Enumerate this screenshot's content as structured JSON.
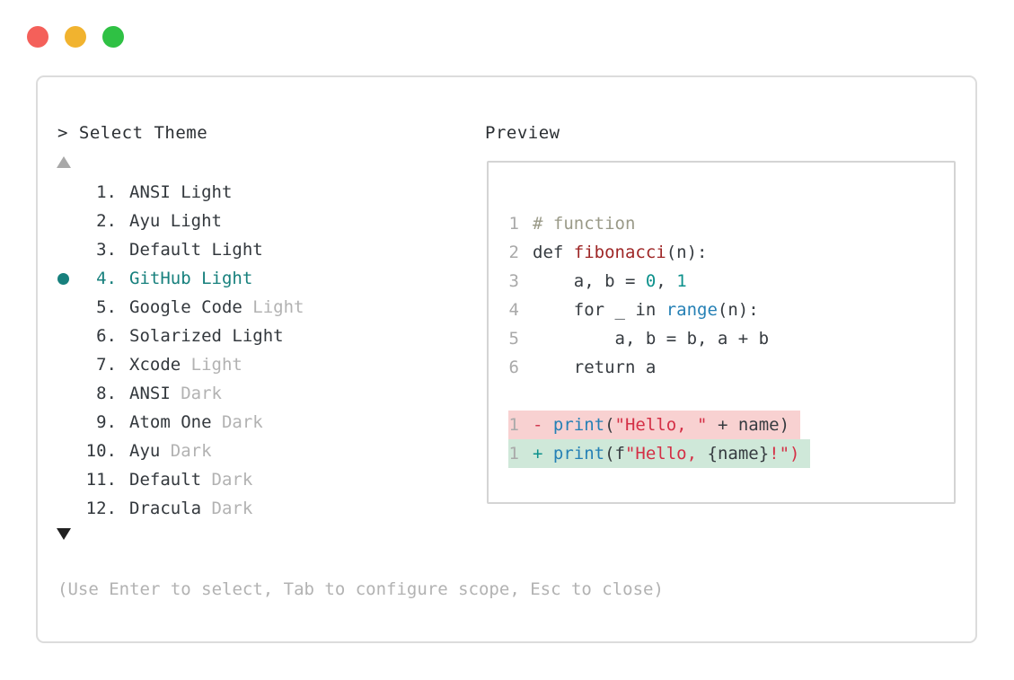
{
  "colors": {
    "dot-red": "#f4605a",
    "dot-yellow": "#f1b32f",
    "dot-green": "#2fc144",
    "panel-border": "#dcdcdc",
    "preview-border": "#d4d4d4",
    "text-dark": "#2b2f33",
    "text-list": "#33383d",
    "text-muted": "#b2b2b2",
    "accent-teal": "#17807d",
    "arrow-muted": "#a8a8a8",
    "arrow-active": "#202020",
    "line-number": "#a9a9a9",
    "diff-del-bg": "#f8d1d1",
    "diff-ins-bg": "#cfe8d9",
    "syn-plain": "#363b40",
    "syn-comment": "#9a9a88",
    "syn-func": "#9e2626",
    "syn-number": "#0d918c",
    "syn-builtin": "#2580b5",
    "syn-string": "#d42f45",
    "syn-minus": "#d13a50",
    "syn-plus": "#0d918c"
  },
  "window": {
    "close_icon": "red-circle",
    "minimize_icon": "yellow-circle",
    "zoom_icon": "green-circle"
  },
  "header": {
    "prompt_title": "> Select Theme",
    "preview_label": "Preview"
  },
  "scroll": {
    "up_icon": "triangle-up",
    "down_icon": "triangle-down"
  },
  "theme_list": {
    "items": [
      {
        "num": "1.",
        "name": "ANSI Light",
        "suffix": "",
        "selected": false
      },
      {
        "num": "2.",
        "name": "Ayu Light",
        "suffix": "",
        "selected": false
      },
      {
        "num": "3.",
        "name": "Default Light",
        "suffix": "",
        "selected": false
      },
      {
        "num": "4.",
        "name": "GitHub Light",
        "suffix": "",
        "selected": true
      },
      {
        "num": "5.",
        "name": "Google Code",
        "suffix": "Light",
        "selected": false
      },
      {
        "num": "6.",
        "name": "Solarized Light",
        "suffix": "",
        "selected": false
      },
      {
        "num": "7.",
        "name": "Xcode",
        "suffix": "Light",
        "selected": false
      },
      {
        "num": "8.",
        "name": "ANSI",
        "suffix": "Dark",
        "selected": false
      },
      {
        "num": "9.",
        "name": "Atom One",
        "suffix": "Dark",
        "selected": false
      },
      {
        "num": "10.",
        "name": "Ayu",
        "suffix": "Dark",
        "selected": false
      },
      {
        "num": "11.",
        "name": "Default",
        "suffix": "Dark",
        "selected": false
      },
      {
        "num": "12.",
        "name": "Dracula",
        "suffix": "Dark",
        "selected": false
      }
    ]
  },
  "preview": {
    "lines": [
      {
        "no": "1",
        "diff": "",
        "tokens": [
          {
            "t": "# function",
            "c": "comment"
          }
        ]
      },
      {
        "no": "2",
        "diff": "",
        "tokens": [
          {
            "t": "def ",
            "c": "plain"
          },
          {
            "t": "fibonacci",
            "c": "func"
          },
          {
            "t": "(n):",
            "c": "plain"
          }
        ]
      },
      {
        "no": "3",
        "diff": "",
        "tokens": [
          {
            "t": "    a, b = ",
            "c": "plain"
          },
          {
            "t": "0",
            "c": "number"
          },
          {
            "t": ", ",
            "c": "plain"
          },
          {
            "t": "1",
            "c": "number"
          }
        ]
      },
      {
        "no": "4",
        "diff": "",
        "tokens": [
          {
            "t": "    for _ in ",
            "c": "plain"
          },
          {
            "t": "range",
            "c": "builtin"
          },
          {
            "t": "(n):",
            "c": "plain"
          }
        ]
      },
      {
        "no": "5",
        "diff": "",
        "tokens": [
          {
            "t": "        a, b = b, a + b",
            "c": "plain"
          }
        ]
      },
      {
        "no": "6",
        "diff": "",
        "tokens": [
          {
            "t": "    return a",
            "c": "plain"
          }
        ]
      },
      {
        "no": "",
        "diff": "",
        "tokens": []
      },
      {
        "no": "1",
        "diff": "del",
        "tokens": [
          {
            "t": "- ",
            "c": "minus"
          },
          {
            "t": "print",
            "c": "builtin"
          },
          {
            "t": "(",
            "c": "plain"
          },
          {
            "t": "\"Hello, \"",
            "c": "string"
          },
          {
            "t": " + name)",
            "c": "plain"
          }
        ]
      },
      {
        "no": "1",
        "diff": "ins",
        "tokens": [
          {
            "t": "+ ",
            "c": "plus"
          },
          {
            "t": "print",
            "c": "builtin"
          },
          {
            "t": "(f",
            "c": "plain"
          },
          {
            "t": "\"Hello, ",
            "c": "string"
          },
          {
            "t": "{name}",
            "c": "plain"
          },
          {
            "t": "!\")",
            "c": "string"
          }
        ]
      }
    ]
  },
  "footer": {
    "hint": "(Use Enter to select, Tab to configure scope, Esc to close)"
  }
}
